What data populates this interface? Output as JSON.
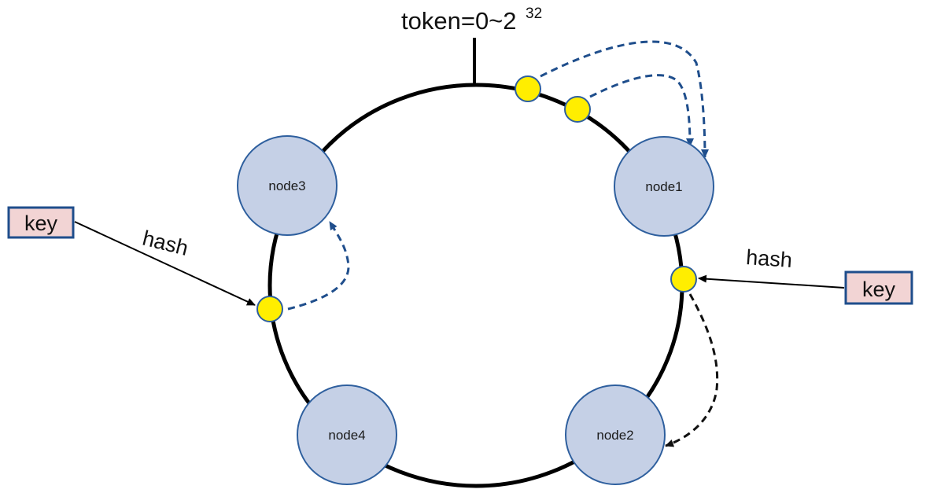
{
  "title": {
    "text": "token=0~2",
    "superscript": "32"
  },
  "nodes": [
    {
      "id": "node1",
      "label": "node1"
    },
    {
      "id": "node2",
      "label": "node2"
    },
    {
      "id": "node3",
      "label": "node3"
    },
    {
      "id": "node4",
      "label": "node4"
    }
  ],
  "keys": {
    "left": {
      "label": "key",
      "hash_label": "hash"
    },
    "right": {
      "label": "key",
      "hash_label": "hash"
    }
  },
  "colors": {
    "ring": "#000000",
    "node_fill": "#c5d0e6",
    "node_stroke": "#2e5f9e",
    "point_fill": "#ffee00",
    "point_stroke": "#2e5f9e",
    "key_fill": "#f2d4d4",
    "key_stroke": "#1f4e8c",
    "dashed_blue": "#1f4e8c",
    "dashed_black": "#111111"
  }
}
